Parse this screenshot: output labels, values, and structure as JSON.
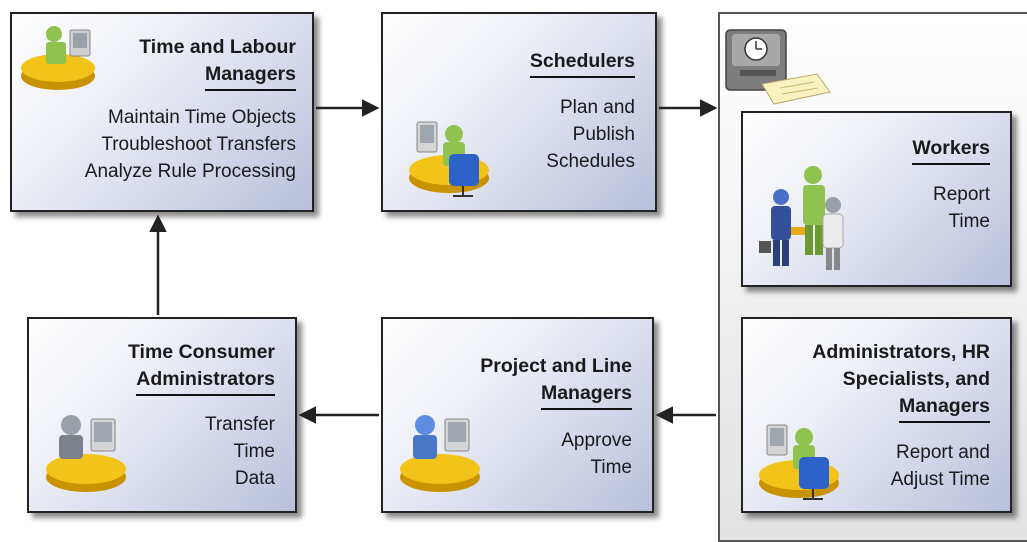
{
  "boxes": {
    "time_labour": {
      "title_lines": [
        "Time and Labour",
        "Managers"
      ],
      "desc_lines": [
        "Maintain Time Objects",
        "Troubleshoot Transfers",
        "Analyze Rule Processing"
      ]
    },
    "schedulers": {
      "title_lines": [
        "Schedulers"
      ],
      "desc_lines": [
        "Plan and",
        "Publish",
        "Schedules"
      ]
    },
    "workers": {
      "title_lines": [
        "Workers"
      ],
      "desc_lines": [
        "Report",
        "Time"
      ]
    },
    "time_consumer": {
      "title_lines": [
        "Time Consumer",
        "Administrators"
      ],
      "desc_lines": [
        "Transfer",
        "Time",
        "Data"
      ]
    },
    "project_line": {
      "title_lines": [
        "Project and Line",
        "Managers"
      ],
      "desc_lines": [
        "Approve",
        "Time"
      ]
    },
    "administrators": {
      "title_lines": [
        "Administrators, HR",
        "Specialists, and",
        "Managers"
      ],
      "desc_lines": [
        "Report and",
        "Adjust Time"
      ]
    }
  },
  "icons": {
    "time_labour": "person-at-desk-icon",
    "schedulers": "person-at-desk-icon",
    "workers": "group-of-workers-icon",
    "time_consumer": "person-at-desk-icon",
    "project_line": "person-at-desk-icon",
    "administrators": "person-at-desk-icon",
    "time_clock": "time-clock-icon"
  },
  "colors": {
    "box_gradient_light": "#ffffff",
    "box_gradient_dark": "#b9c0dc",
    "border": "#222222",
    "desk": "#f2c318",
    "chair": "#2d62c8"
  }
}
